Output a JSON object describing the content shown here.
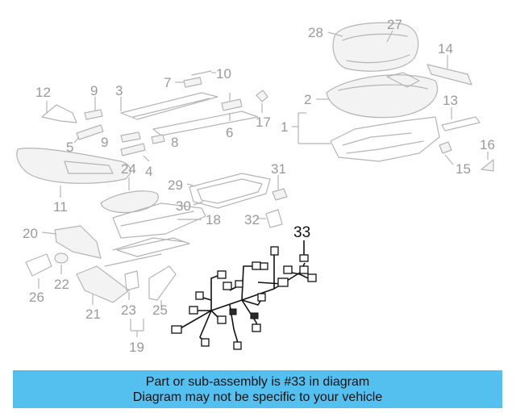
{
  "callouts": {
    "c1": "1",
    "c2": "2",
    "c3": "3",
    "c4": "4",
    "c5": "5",
    "c6": "6",
    "c7": "7",
    "c8": "8",
    "c9a": "9",
    "c9b": "9",
    "c10": "10",
    "c11": "11",
    "c12": "12",
    "c13": "13",
    "c14": "14",
    "c15": "15",
    "c16": "16",
    "c17": "17",
    "c18": "18",
    "c19": "19",
    "c20": "20",
    "c21": "21",
    "c22": "22",
    "c23": "23",
    "c24": "24",
    "c25": "25",
    "c26": "26",
    "c27": "27",
    "c28": "28",
    "c29": "29",
    "c30": "30",
    "c31": "31",
    "c32": "32",
    "c33": "33"
  },
  "highlighted_part": "33",
  "banner": {
    "line1": "Part or sub-assembly is #33 in diagram",
    "line2": "Diagram may not be specific to your vehicle"
  },
  "colors": {
    "banner_bg": "#54c0f0",
    "highlight": "#111111",
    "line_art": "#b5b5b5"
  }
}
